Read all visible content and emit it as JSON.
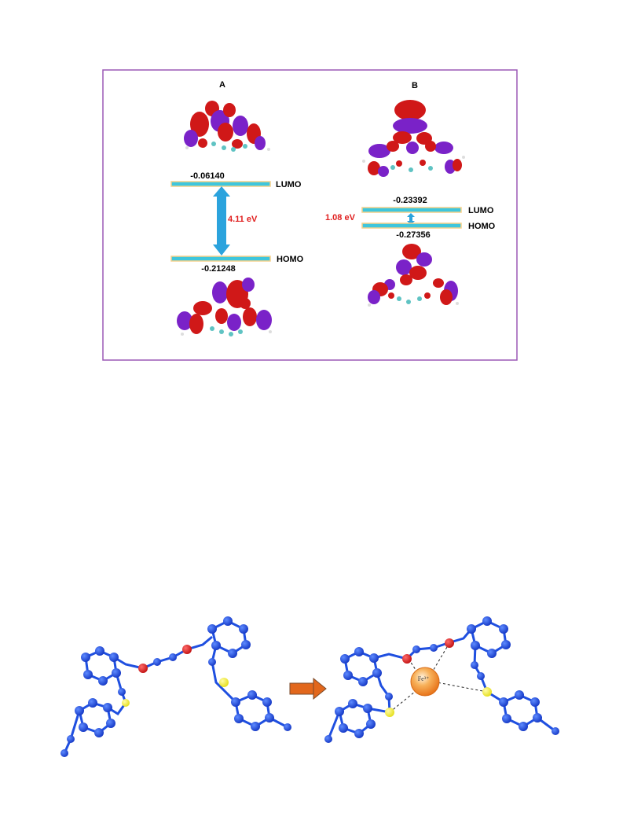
{
  "panel_a": {
    "label": "A",
    "lumo_value": "-0.06140",
    "lumo_label": "LUMO",
    "homo_value": "-0.21248",
    "homo_label": "HOMO",
    "gap": "4.11 eV"
  },
  "panel_b": {
    "label": "B",
    "lumo_value": "-0.23392",
    "lumo_label": "LUMO",
    "homo_value": "-0.27356",
    "homo_label": "HOMO",
    "gap": "1.08 eV"
  },
  "complex": {
    "ion_label": "Fe³⁺"
  },
  "colors": {
    "frame": "#9b59b6",
    "level_line": "#3ec6dc",
    "level_glow": "#f6d08a",
    "arrow": "#2ba3dd",
    "gap_text": "#e02020",
    "orbital_red": "#d01818",
    "orbital_purple": "#7a22c8",
    "atom_blue": "#1f4fe0",
    "atom_red": "#e02020",
    "atom_yellow": "#f2ee2c",
    "ion_orange": "#f08a1e",
    "reaction_arrow": "#e2671c"
  }
}
